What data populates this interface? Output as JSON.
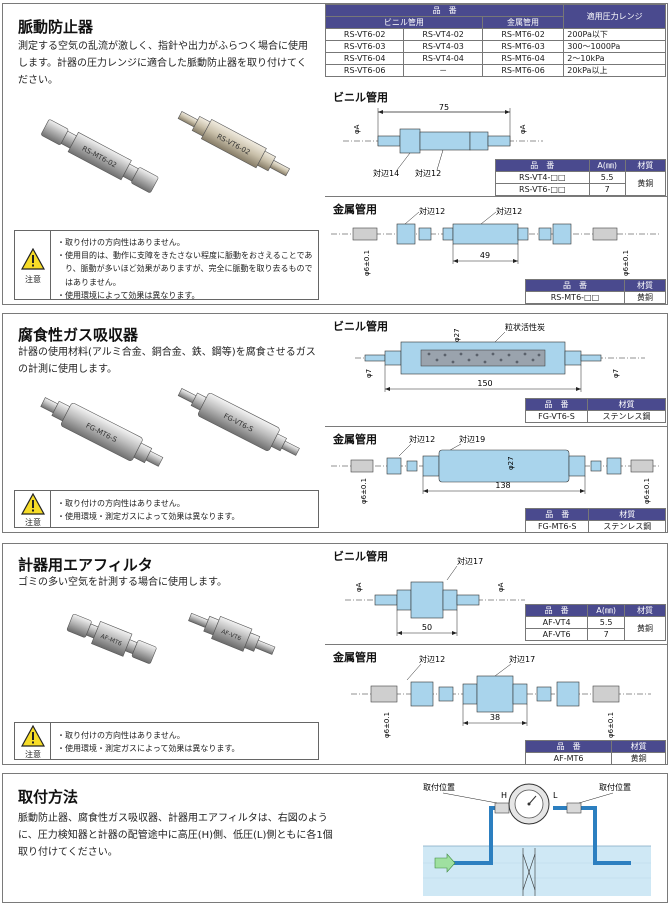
{
  "s1": {
    "title": "脈動防止器",
    "desc": "測定する空気の乱流が激しく、指針や出力がふらつく場合に使用します。計器の圧力レンジに適合した脈動防止器を取り付けてください。",
    "photo_labels": [
      "RS-MT6-02",
      "RS-VT6-02"
    ],
    "warn_label": "注意",
    "warnings": [
      "取り付けの方向性はありません。",
      "使用目的は、動作に支障をきたさない程度に脈動をおさえることであり、脈動が多いほど効果がありますが、完全に脈動を取り去るものではありません。",
      "使用環境によって効果は異なります。"
    ],
    "table": {
      "h_hinban": "品　番",
      "h_vinyl": "ビニル管用",
      "h_metal": "金属管用",
      "h_range": "適用圧力レンジ",
      "rows": [
        [
          "RS-VT6-02",
          "RS-VT4-02",
          "RS-MT6-02",
          "200Pa以下"
        ],
        [
          "RS-VT6-03",
          "RS-VT4-03",
          "RS-MT6-03",
          "300〜1000Pa"
        ],
        [
          "RS-VT6-04",
          "RS-VT4-04",
          "RS-MT6-04",
          "2〜10kPa"
        ],
        [
          "RS-VT6-06",
          "－",
          "RS-MT6-06",
          "20kPa以上"
        ]
      ]
    },
    "vinyl": {
      "title": "ビニル管用",
      "dim_len": "75",
      "phiA_l": "φA",
      "phiA_r": "φA",
      "across1": "対辺14",
      "across2": "対辺12",
      "table": {
        "h1": "品　番",
        "h2": "A(㎜)",
        "h3": "材質",
        "rows": [
          [
            "RS-VT4-□□",
            "5.5"
          ],
          [
            "RS-VT6-□□",
            "7"
          ]
        ],
        "material": "黄銅"
      }
    },
    "metal": {
      "title": "金属管用",
      "across1": "対辺12",
      "across2": "対辺12",
      "dim_len": "49",
      "phi_l": "φ6±0.1",
      "phi_r": "φ6±0.1",
      "table": {
        "h1": "品　番",
        "h2": "材質",
        "row": [
          "RS-MT6-□□",
          "黄銅"
        ]
      }
    }
  },
  "s2": {
    "title": "腐食性ガス吸収器",
    "desc": "計器の使用材料(アルミ合金、銅合金、鉄、鋼等)を腐食させるガスの計測に使用します。",
    "photo_labels": [
      "FG-MT6-S",
      "FG-VT6-S"
    ],
    "warn_label": "注意",
    "warnings": [
      "取り付けの方向性はありません。",
      "使用環境・測定ガスによって効果は異なります。"
    ],
    "vinyl": {
      "title": "ビニル管用",
      "phi27": "φ27",
      "carbon": "粒状活性炭",
      "phi7_l": "φ7",
      "phi7_r": "φ7",
      "dim_len": "150",
      "table": {
        "h1": "品　番",
        "h2": "材質",
        "row": [
          "FG-VT6-S",
          "ステンレス鋼"
        ]
      }
    },
    "metal": {
      "title": "金属管用",
      "across1": "対辺12",
      "across2": "対辺19",
      "phi27": "φ27",
      "phi_l": "φ6±0.1",
      "phi_r": "φ6±0.1",
      "dim_len": "138",
      "table": {
        "h1": "品　番",
        "h2": "材質",
        "row": [
          "FG-MT6-S",
          "ステンレス鋼"
        ]
      }
    }
  },
  "s3": {
    "title": "計器用エアフィルタ",
    "desc": "ゴミの多い空気を計測する場合に使用します。",
    "photo_labels": [
      "AF-MT6",
      "AF-VT6"
    ],
    "warn_label": "注意",
    "warnings": [
      "取り付けの方向性はありません。",
      "使用環境・測定ガスによって効果は異なります。"
    ],
    "vinyl": {
      "title": "ビニル管用",
      "across": "対辺17",
      "phiA_l": "φA",
      "phiA_r": "φA",
      "dim_len": "50",
      "table": {
        "h1": "品　番",
        "h2": "A(㎜)",
        "h3": "材質",
        "rows": [
          [
            "AF-VT4",
            "5.5"
          ],
          [
            "AF-VT6",
            "7"
          ]
        ],
        "material": "黄銅"
      }
    },
    "metal": {
      "title": "金属管用",
      "across1": "対辺12",
      "across2": "対辺17",
      "phi_l": "φ6±0.1",
      "phi_r": "φ6±0.1",
      "dim_len": "38",
      "table": {
        "h1": "品　番",
        "h2": "材質",
        "row": [
          "AF-MT6",
          "黄銅"
        ]
      }
    }
  },
  "s4": {
    "title": "取付方法",
    "desc": "脈動防止器、腐食性ガス吸収器、計器用エアフィルタは、右図のように、圧力検知器と計器の配管途中に高圧(H)側、低圧(L)側ともに各1個取り付けてください。",
    "pos_l": "取付位置",
    "pos_r": "取付位置",
    "h": "H",
    "l": "L"
  },
  "colors": {
    "header": "#4a4a8e",
    "part_blue": "#a9d4ec",
    "water": "#cfe8f5",
    "pipe": "#2c7fc0",
    "warn_yellow": "#f6dc28"
  }
}
